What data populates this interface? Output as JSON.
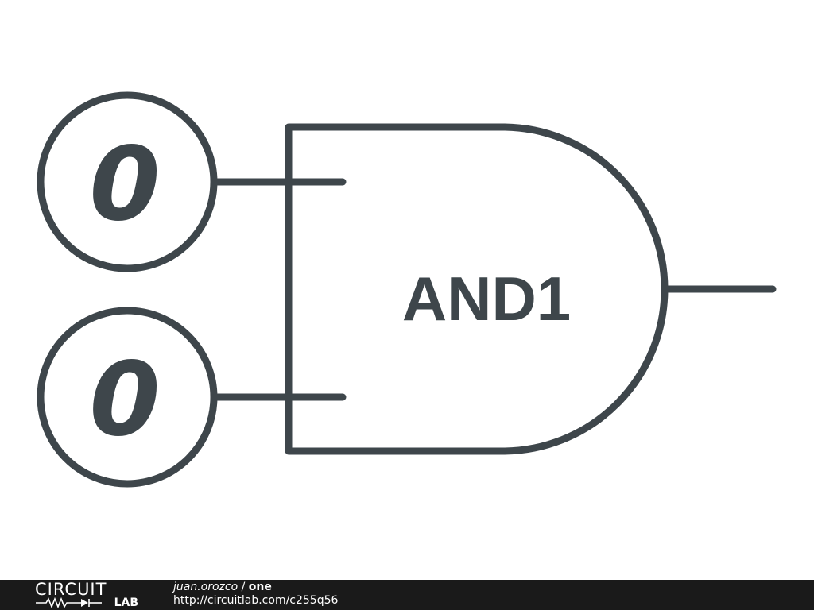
{
  "diagram": {
    "inputs": [
      {
        "value": "0"
      },
      {
        "value": "0"
      }
    ],
    "gate": {
      "label": "AND1"
    },
    "colors": {
      "stroke": "#3e464b",
      "background": "#ffffff"
    }
  },
  "footer": {
    "brand_top": "CIRCUIT",
    "brand_bottom": "LAB",
    "author": "juan.orozco",
    "separator": " / ",
    "project": "one",
    "url": "http://circuitlab.com/c255q56",
    "background": "#1a1a1a"
  }
}
